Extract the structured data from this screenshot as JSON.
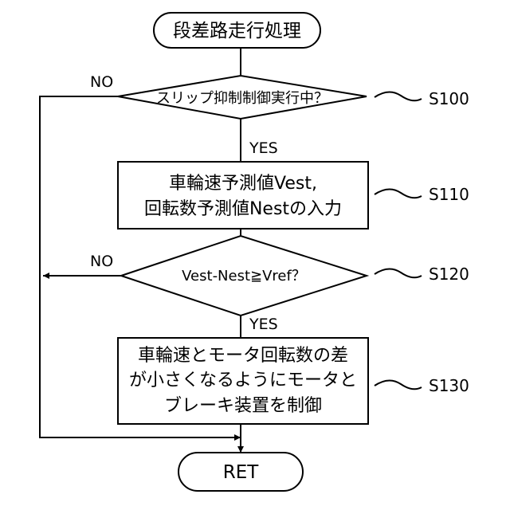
{
  "start": {
    "label": "段差路走行処理"
  },
  "end": {
    "label": "RET"
  },
  "decisions": [
    {
      "id": "S100",
      "label": "スリップ抑制制御実行中？",
      "yes": "YES",
      "no": "NO"
    },
    {
      "id": "S120",
      "label": "Vest-Nest≧Vref？",
      "yes": "YES",
      "no": "NO"
    }
  ],
  "processes": [
    {
      "id": "S110",
      "lines": [
        "車輪速予測値Vest,",
        "回転数予測値Nestの入力"
      ]
    },
    {
      "id": "S130",
      "lines": [
        "車輪速とモータ回転数の差",
        "が小さくなるようにモータと",
        "ブレーキ装置を制御"
      ]
    }
  ]
}
